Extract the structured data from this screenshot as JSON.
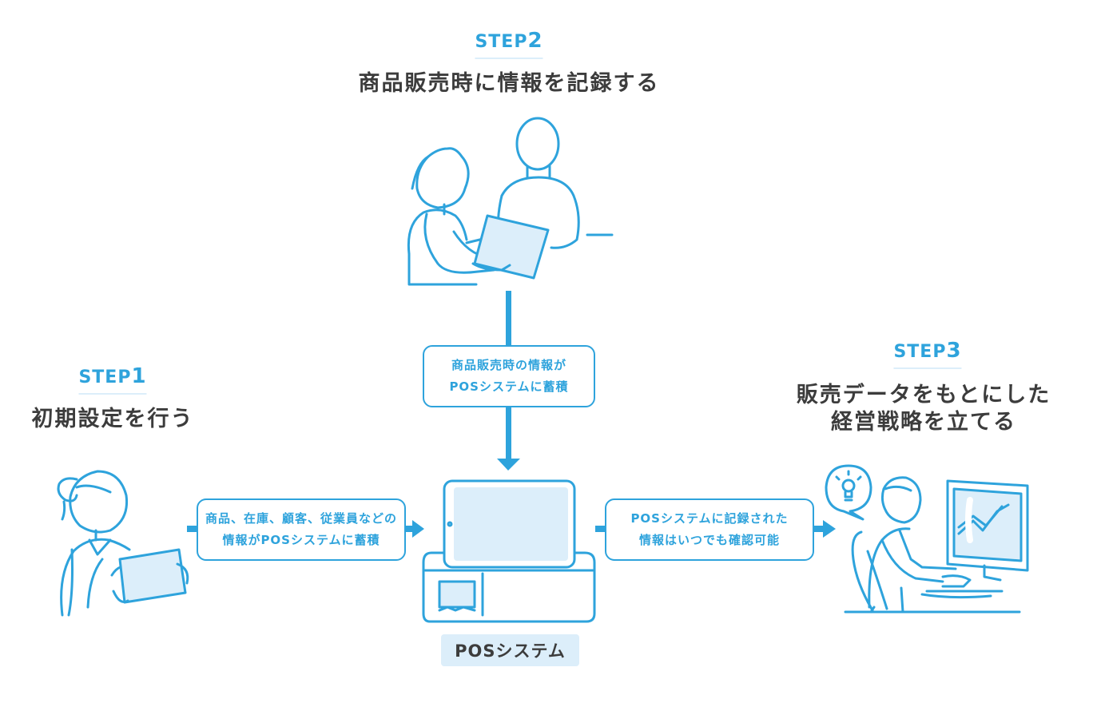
{
  "colors": {
    "accent": "#2ea3dc",
    "fill_light": "#dceefa",
    "text": "#3c3c3c"
  },
  "step2": {
    "label": "STEP",
    "number": "2",
    "heading": "商品販売時に情報を記録する"
  },
  "step1": {
    "label": "STEP",
    "number": "1",
    "heading": "初期設定を行う"
  },
  "step3": {
    "label": "STEP",
    "number": "3",
    "heading_lines": [
      "販売データをもとにした",
      "経営戦略を立てる"
    ]
  },
  "bubbles": {
    "center": [
      "商品販売時の情報が",
      "POSシステムに蓄積"
    ],
    "left": [
      "商品、在庫、顧客、従業員などの",
      "情報がPOSシステムに蓄積"
    ],
    "right": [
      "POSシステムに記録された",
      "情報はいつでも確認可能"
    ]
  },
  "pos_label": "POSシステム"
}
